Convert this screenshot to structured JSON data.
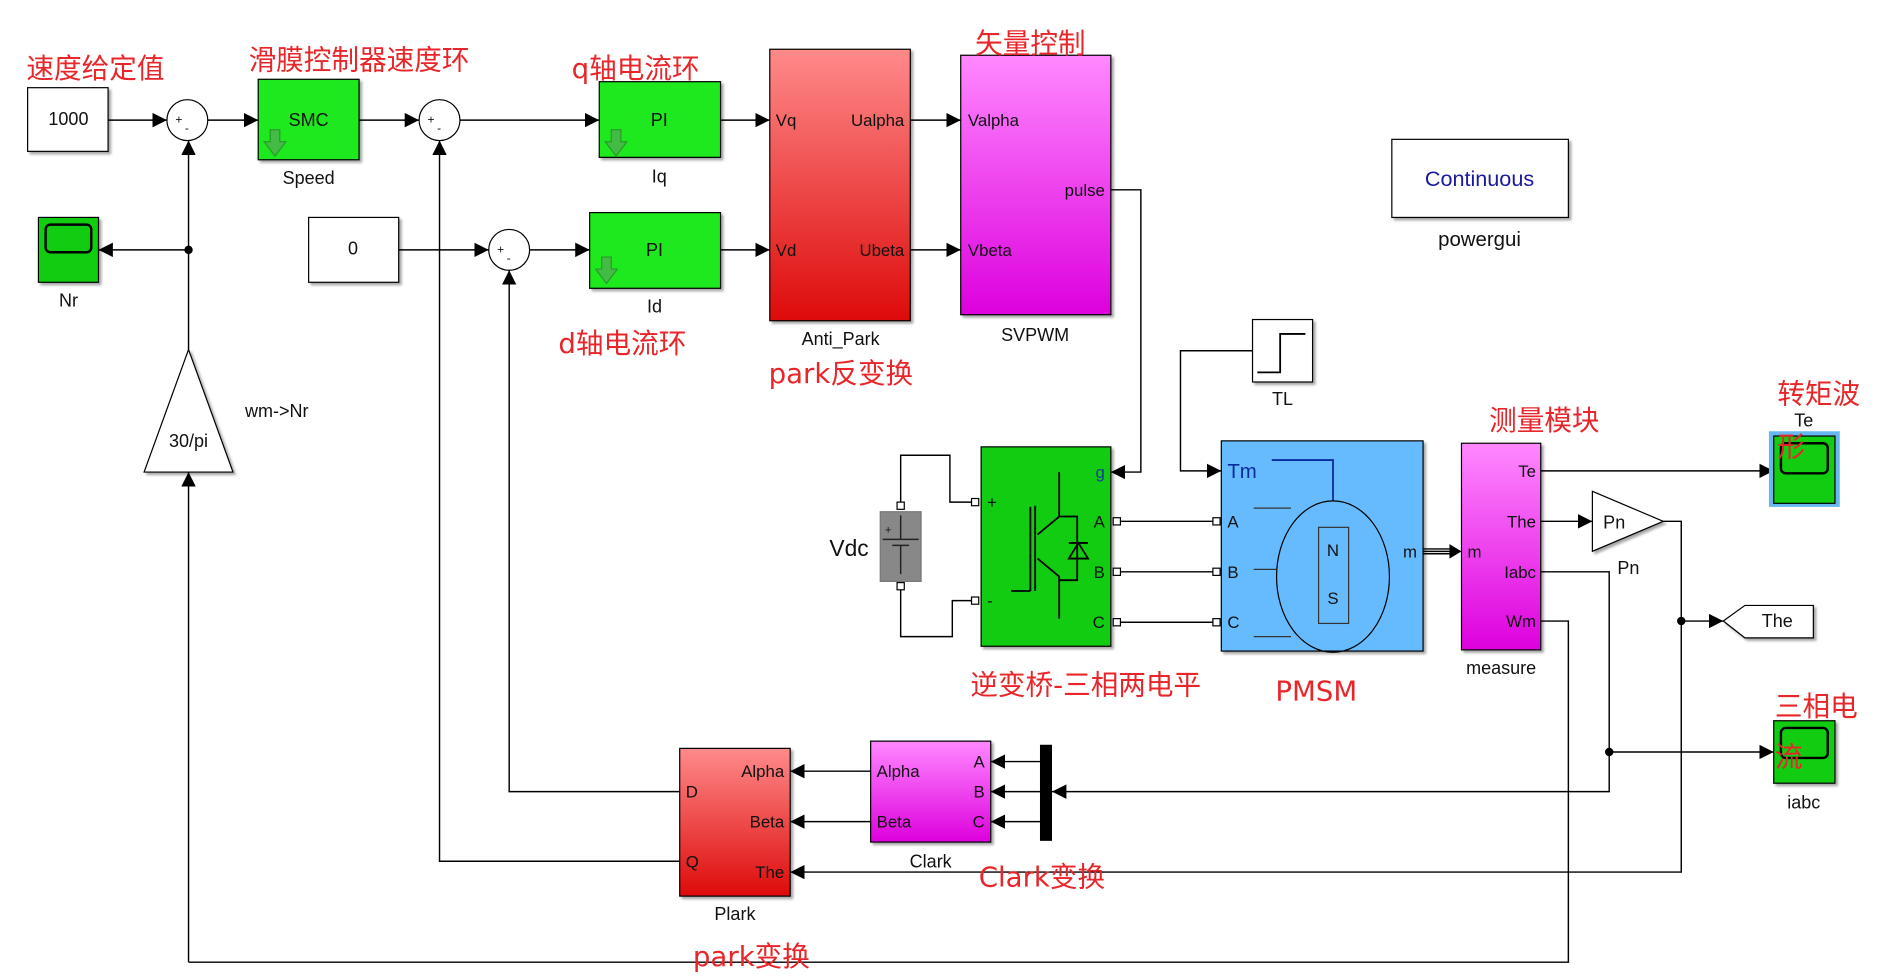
{
  "annotations": {
    "speed_ref": "速度给定值",
    "smc_loop": "滑膜控制器速度环",
    "q_loop": "q轴电流环",
    "vector_ctrl": "矢量控制",
    "d_loop": "d轴电流环",
    "inv_park": "park反变换",
    "measure_mod": "测量模块",
    "torque_wave_1": "转矩波",
    "torque_wave_2": "形",
    "inverter": "逆变桥-三相两电平",
    "pmsm": "PMSM",
    "three_phase_1": "三相电",
    "three_phase_2": "流",
    "clark": "Clark变换",
    "park": "park变换"
  },
  "blocks": {
    "const_speed": {
      "value": "1000"
    },
    "const_zero": {
      "value": "0"
    },
    "smc": {
      "text": "SMC",
      "label": "Speed"
    },
    "pi_q": {
      "text": "PI",
      "label": "Iq"
    },
    "pi_d": {
      "text": "PI",
      "label": "Id"
    },
    "scope_nr": {
      "label": "Nr"
    },
    "gain_wm": {
      "text": "30/pi",
      "label": "wm->Nr"
    },
    "anti_park": {
      "label": "Anti_Park",
      "in": [
        "Vq",
        "Vd"
      ],
      "out": [
        "Ualpha",
        "Ubeta"
      ]
    },
    "svpwm": {
      "label": "SVPWM",
      "in": [
        "Valpha",
        "Vbeta"
      ],
      "out": [
        "pulse"
      ]
    },
    "powergui": {
      "text": "Continuous",
      "label": "powergui"
    },
    "step_tl": {
      "label": "TL"
    },
    "vdc": {
      "label": "Vdc"
    },
    "inverter": {
      "in": [
        "g",
        "+",
        "-"
      ],
      "out": [
        "A",
        "B",
        "C"
      ]
    },
    "pmsm": {
      "in": [
        "Tm",
        "A",
        "B",
        "C"
      ],
      "out": [
        "m"
      ],
      "rotor": [
        "N",
        "S"
      ]
    },
    "measure": {
      "label": "measure",
      "in": [
        "m"
      ],
      "out": [
        "Te",
        "The",
        "Iabc",
        "Wm"
      ]
    },
    "scope_te": {
      "label": "Te"
    },
    "gain_pn": {
      "text": "Pn",
      "label": "Pn"
    },
    "goto_the": {
      "text": "The"
    },
    "scope_iabc": {
      "label": "iabc"
    },
    "plark": {
      "label": "Plark",
      "in": [
        "Alpha",
        "Beta",
        "The"
      ],
      "out": [
        "D",
        "Q"
      ]
    },
    "clark": {
      "label": "Clark",
      "in": [
        "A",
        "B",
        "C"
      ],
      "out": [
        "Alpha",
        "Beta"
      ]
    },
    "sum": {
      "plus": "+",
      "minus": "-"
    }
  },
  "colors": {
    "green_block": "#1ee81e",
    "inverter_green": "#11cc11",
    "red_top": "#ff8a8a",
    "red_bottom": "#dd0a0a",
    "magenta_top": "#ff88ff",
    "magenta_bottom": "#dd00dd",
    "pmsm_blue": "#66bbff",
    "annotation_red": "#e8262a",
    "powergui_text": "#1a1aa0"
  }
}
